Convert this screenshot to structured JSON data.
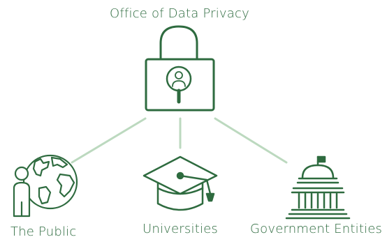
{
  "diagram": {
    "top_label": "Office of Data Privacy",
    "nodes": [
      {
        "label": "The Public",
        "icon": "globe-person-icon"
      },
      {
        "label": "Universities",
        "icon": "graduation-cap-icon"
      },
      {
        "label": "Government Entities",
        "icon": "government-building-icon"
      }
    ],
    "center_icon": "padlock-person-search-icon"
  },
  "colors": {
    "primary": "#2e6b3f",
    "connector": "#bcd9bf",
    "text": "#2e6b3f"
  }
}
